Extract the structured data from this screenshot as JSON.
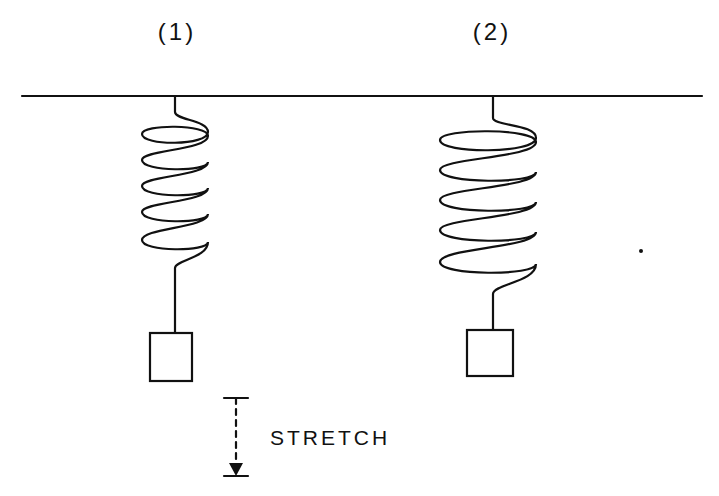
{
  "diagram": {
    "labels": [
      "(1)",
      "(2)",
      "STRETCH"
    ]
  }
}
